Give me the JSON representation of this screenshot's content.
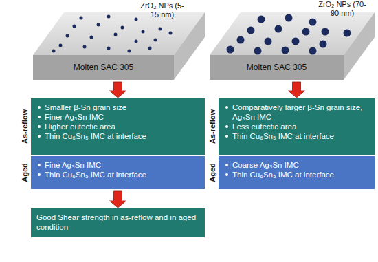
{
  "diagram": {
    "nodes": [
      {
        "text": [
          "Molten SAC 305"
        ]
      },
      {
        "text": [
          "Molten SAC 305"
        ]
      },
      {
        "text": [
          "As-reflow",
          "Smaller β-Sn grain size",
          "Finer Ag₃Sn IMC",
          "Higher eutectic area",
          "Thin Cu₆Sn₅ IMC at interface"
        ]
      },
      {
        "text": [
          "As-reflow",
          "Comparatively larger β-Sn grain size, Ag₃Sn IMC",
          "Less eutectic area",
          "Thin Cu₆Sn₅ IMC at interface"
        ]
      },
      {
        "text": [
          "Aged",
          "Fine Ag₃Sn IMC",
          "Thin Cu₆Sn₅ IMC at interface"
        ]
      },
      {
        "text": [
          "Aged",
          "Coarse Ag₃Sn IMC",
          "Thin Cu₆Sn₅ IMC at interface"
        ]
      },
      {
        "text": [
          "Good Shear strength in as-reflow and in aged condition"
        ]
      }
    ],
    "edges": [
      {
        "from": 0,
        "to": 2,
        "arrow": "to"
      },
      {
        "from": 1,
        "to": 3,
        "arrow": "to"
      },
      {
        "from": 4,
        "to": 6,
        "arrow": "to"
      }
    ],
    "labels": [
      "ZrO₂ NPs (5-15 nm)",
      "ZrO₂ NPs (70-90 nm)"
    ]
  }
}
